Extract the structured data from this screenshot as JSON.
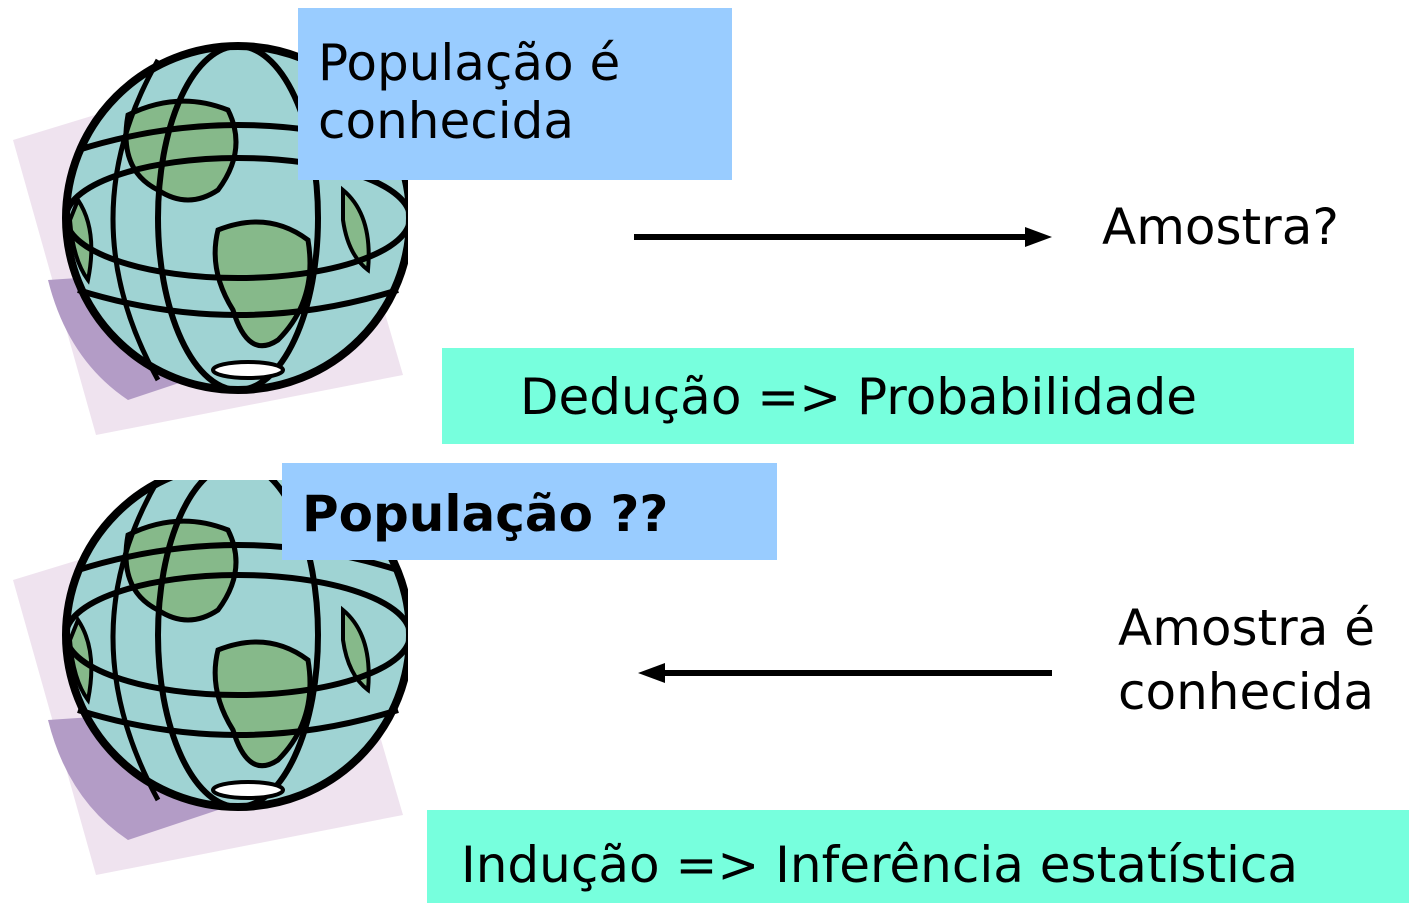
{
  "top": {
    "population_label": "População é conhecida",
    "sample_label": "Amostra?",
    "method_label": "Dedução => Probabilidade"
  },
  "bottom": {
    "population_label": "População ??",
    "sample_label": "Amostra é conhecida",
    "method_label": "Indução => Inferência estatística"
  },
  "colors": {
    "population_box": "#99ccff",
    "method_box": "#77ffdd",
    "globe_ocean": "#9fd3d3",
    "globe_land": "#86b98a",
    "globe_shadow": "#b39cc6"
  },
  "icons": [
    "globe-icon",
    "arrow-right-icon",
    "arrow-left-icon"
  ]
}
